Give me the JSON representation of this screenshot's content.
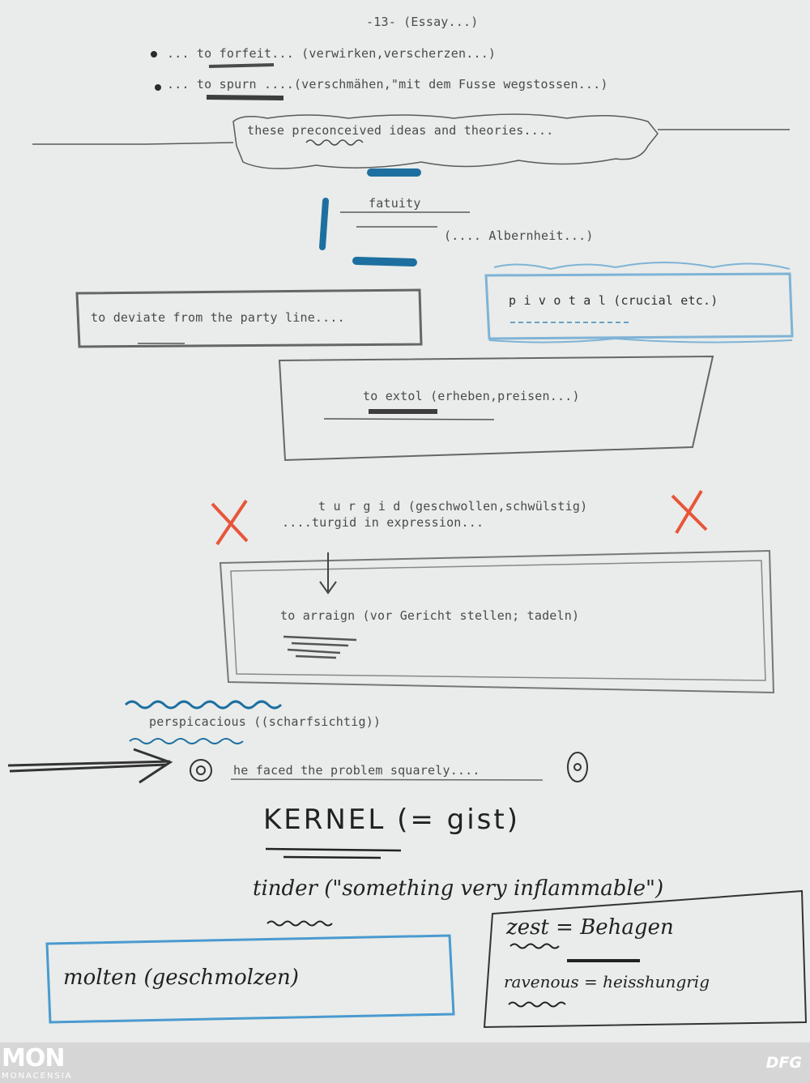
{
  "typed": {
    "page_header": "-13- (Essay...)",
    "forfeit": "... to forfeit... (verwirken,verscherzen...)",
    "spurn": "... to spurn ....(verschmähen,\"mit dem Fusse wegstossen...)",
    "preconceived": "these preconceived ideas and theories....",
    "fatuity": "fatuity",
    "albernheit": "(.... Albernheit...)",
    "deviate": "to deviate from the party line....",
    "pivotal": "p i v o t a l  (crucial etc.)",
    "extol": "to extol  (erheben,preisen...)",
    "turgid": "t u r g i d  (geschwollen,schwülstig)",
    "turgid_expression": "....turgid in expression...",
    "arraign": "to arraign  (vor Gericht stellen; tadeln)",
    "perspicacious": "perspicacious   ((scharfsichtig))",
    "squarely": "he faced the problem squarely...."
  },
  "handwritten": {
    "kernel": "KERNEL (= gist)",
    "tinder": "tinder (\"something very inflammable\")",
    "molten": "molten (geschmolzen)",
    "zest": "zest = Behagen",
    "ravenous": "ravenous = heisshungrig"
  },
  "footer": {
    "logo_main": "MON",
    "logo_sub": "MONACENSIA",
    "dfg": "DFG"
  },
  "colors": {
    "paper": "#e9ecea",
    "pencil": "#6a6a6a",
    "blue_pencil": "#1d6fa0",
    "light_blue": "#7fb3d6",
    "red_pencil": "#e8553a",
    "ink": "#1f2122"
  }
}
